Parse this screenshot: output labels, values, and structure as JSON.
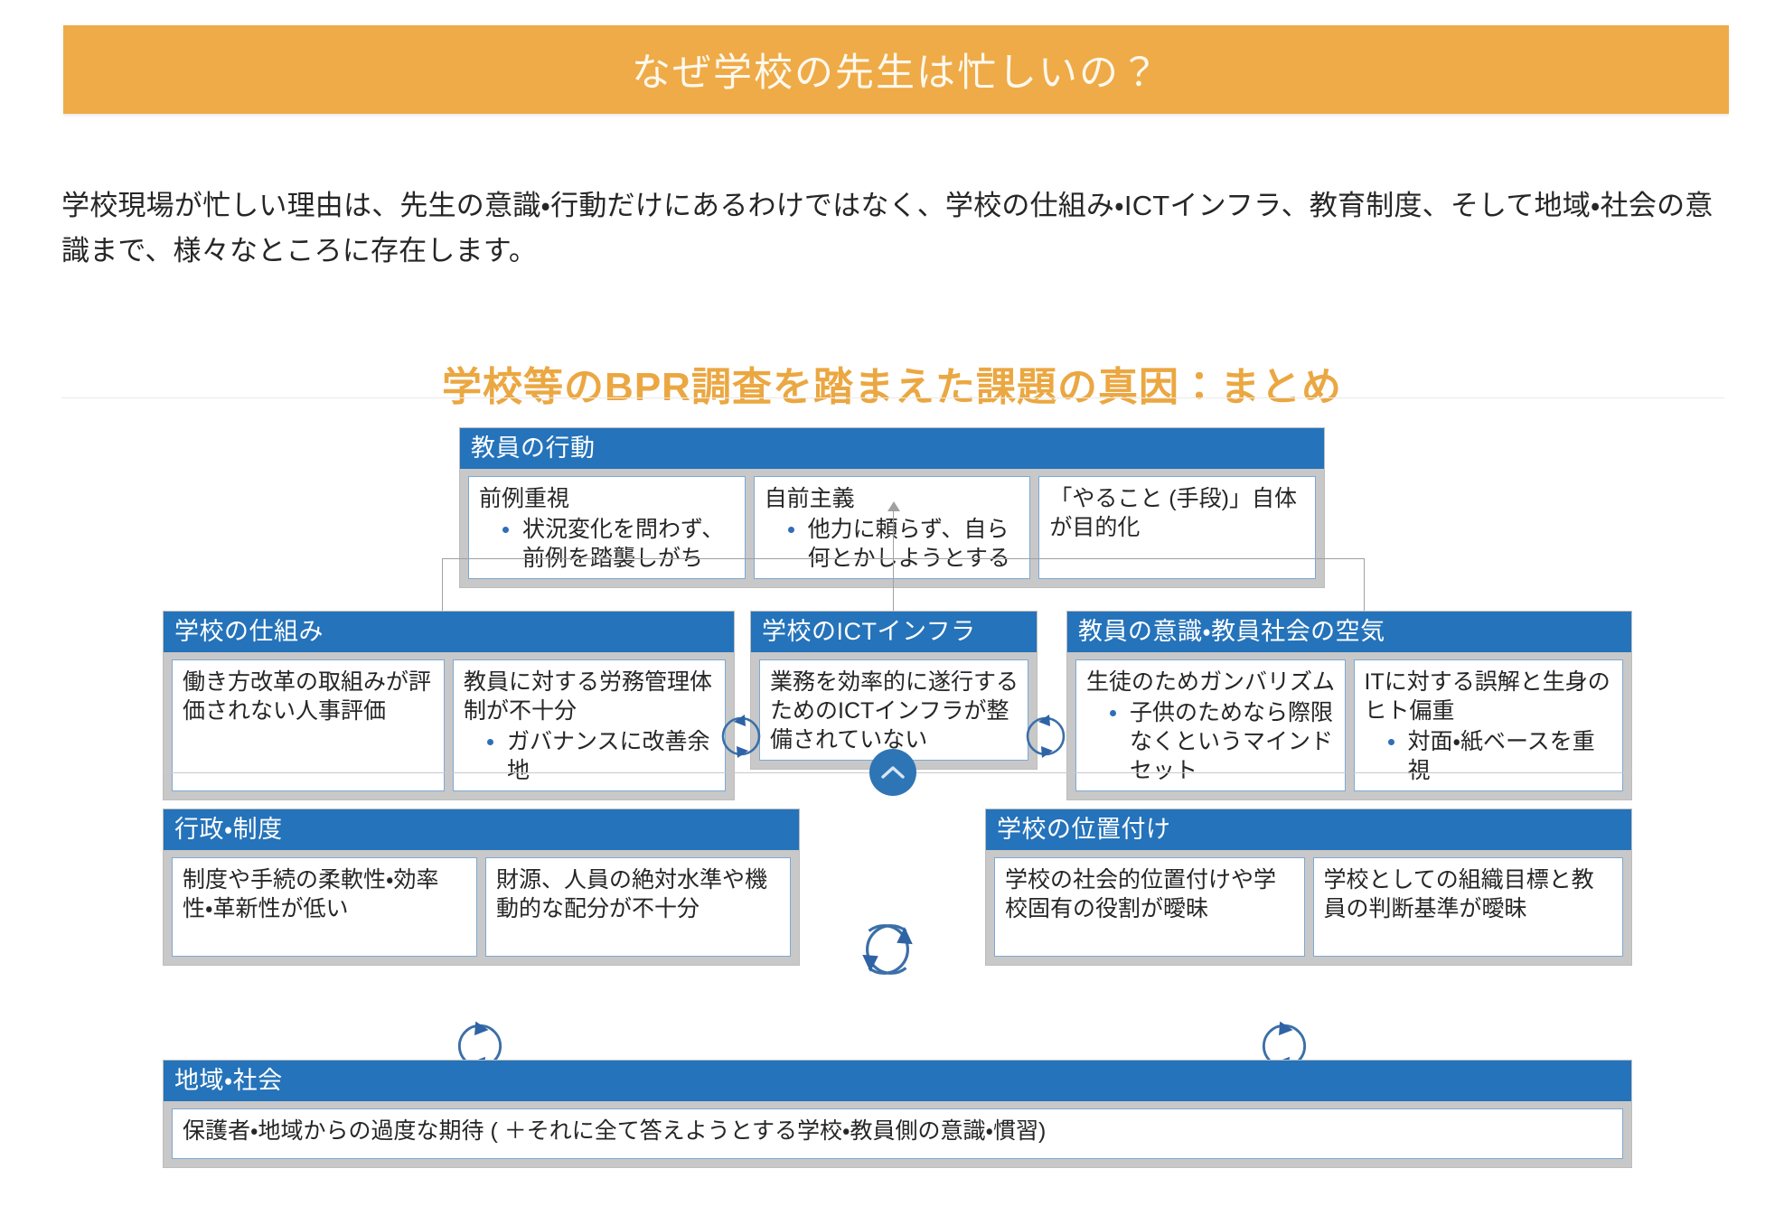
{
  "banner": {
    "title": "なぜ学校の先生は忙しいの？",
    "bg_color": "#efab47",
    "text_color": "#fdf8ee"
  },
  "intro": {
    "text": "学校現場が忙しい理由は、先生の意識・行動だけにあるわけではなく、学校の仕組み・ICTインフラ、教育制度、そして地域・社会の意識まで、様々なところに存在します。"
  },
  "section": {
    "heading": "学校等のBPR調査を踏まえた課題の真因：まとめ",
    "heading_color": "#eba741"
  },
  "diagram": {
    "header_color": "#2573ba",
    "body_color": "#c8c8c8",
    "card_border_color": "#7ca9d6",
    "accent_color": "#2e75b6",
    "groups": [
      {
        "id": "teacher-behavior",
        "title": "教員の行動",
        "cards": [
          {
            "title": "前例重視",
            "bullets": [
              "状況変化を問わず、前例を踏襲しがち"
            ]
          },
          {
            "title": "自前主義",
            "bullets": [
              "他力に頼らず、自ら何とかしようとする"
            ]
          },
          {
            "title": "「やること (手段)」自体が目的化",
            "bullets": []
          }
        ]
      },
      {
        "id": "school-system",
        "title": "学校の仕組み",
        "cards": [
          {
            "title": "働き方改革の取組みが評価されない人事評価",
            "bullets": []
          },
          {
            "title": "教員に対する労務管理体制が不十分",
            "bullets": [
              "ガバナンスに改善余地"
            ]
          }
        ]
      },
      {
        "id": "school-ict",
        "title": "学校のICTインフラ",
        "cards": [
          {
            "title": "業務を効率的に遂行するためのICTインフラが整備されていない",
            "bullets": []
          }
        ]
      },
      {
        "id": "teacher-mindset",
        "title": "教員の意識・教員社会の空気",
        "cards": [
          {
            "title": "生徒のためガンバリズム",
            "bullets": [
              "子供のためなら際限なくというマインドセット"
            ]
          },
          {
            "title": "ITに対する誤解と生身のヒト偏重",
            "bullets": [
              "対面・紙ベースを重視"
            ]
          }
        ]
      },
      {
        "id": "administration",
        "title": "行政・制度",
        "cards": [
          {
            "title": "制度や手続の柔軟性・効率性・革新性が低い",
            "bullets": []
          },
          {
            "title": "財源、人員の絶対水準や機動的な配分が不十分",
            "bullets": []
          }
        ]
      },
      {
        "id": "school-positioning",
        "title": "学校の位置付け",
        "cards": [
          {
            "title": "学校の社会的位置付けや学校固有の役割が曖昧",
            "bullets": []
          },
          {
            "title": "学校としての組織目標と教員の判断基準が曖昧",
            "bullets": []
          }
        ]
      },
      {
        "id": "community-society",
        "title": "地域・社会",
        "cards": [
          {
            "title": "保護者・地域からの過度な期待 ( ＋それに全て答えようとする学校・教員側の意識・慣習)",
            "bullets": []
          }
        ]
      }
    ],
    "icons": {
      "chevron_up": "chevron-up-icon",
      "cycle": "cycle-arrows-icon",
      "arrow_up": "arrow-up-icon"
    }
  }
}
